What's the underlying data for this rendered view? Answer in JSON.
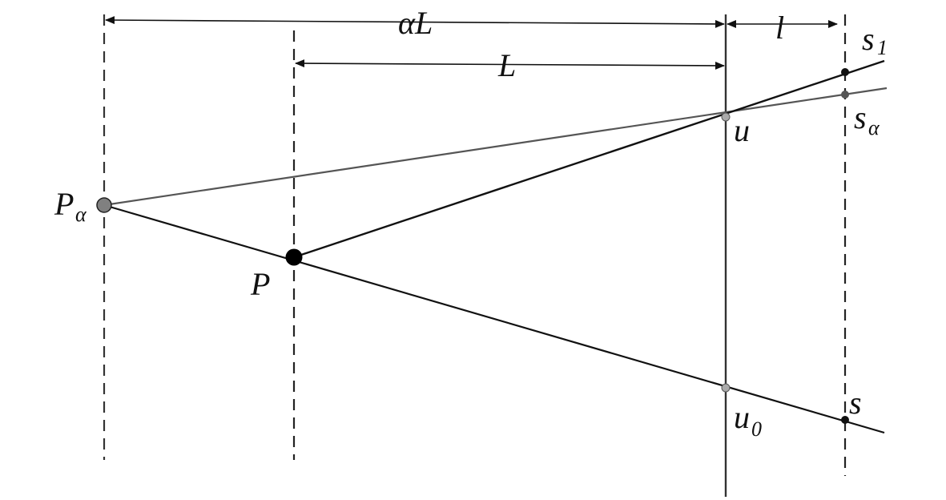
{
  "labels": {
    "alpha_L": "αL",
    "L": "L",
    "l": "l",
    "s1_base": "s",
    "s1_sub": "1",
    "s_alpha_base": "s",
    "s_alpha_sub": "α",
    "u": "u",
    "P_alpha_base": "P",
    "P_alpha_sub": "α",
    "P": "P",
    "u0_base": "u",
    "u0_sub": "0",
    "s": "s"
  },
  "colors": {
    "black_line": "#111111",
    "gray_line": "#555555",
    "point_gray": "#808080",
    "point_black": "#000000",
    "u_point": "#aaaaaa"
  }
}
